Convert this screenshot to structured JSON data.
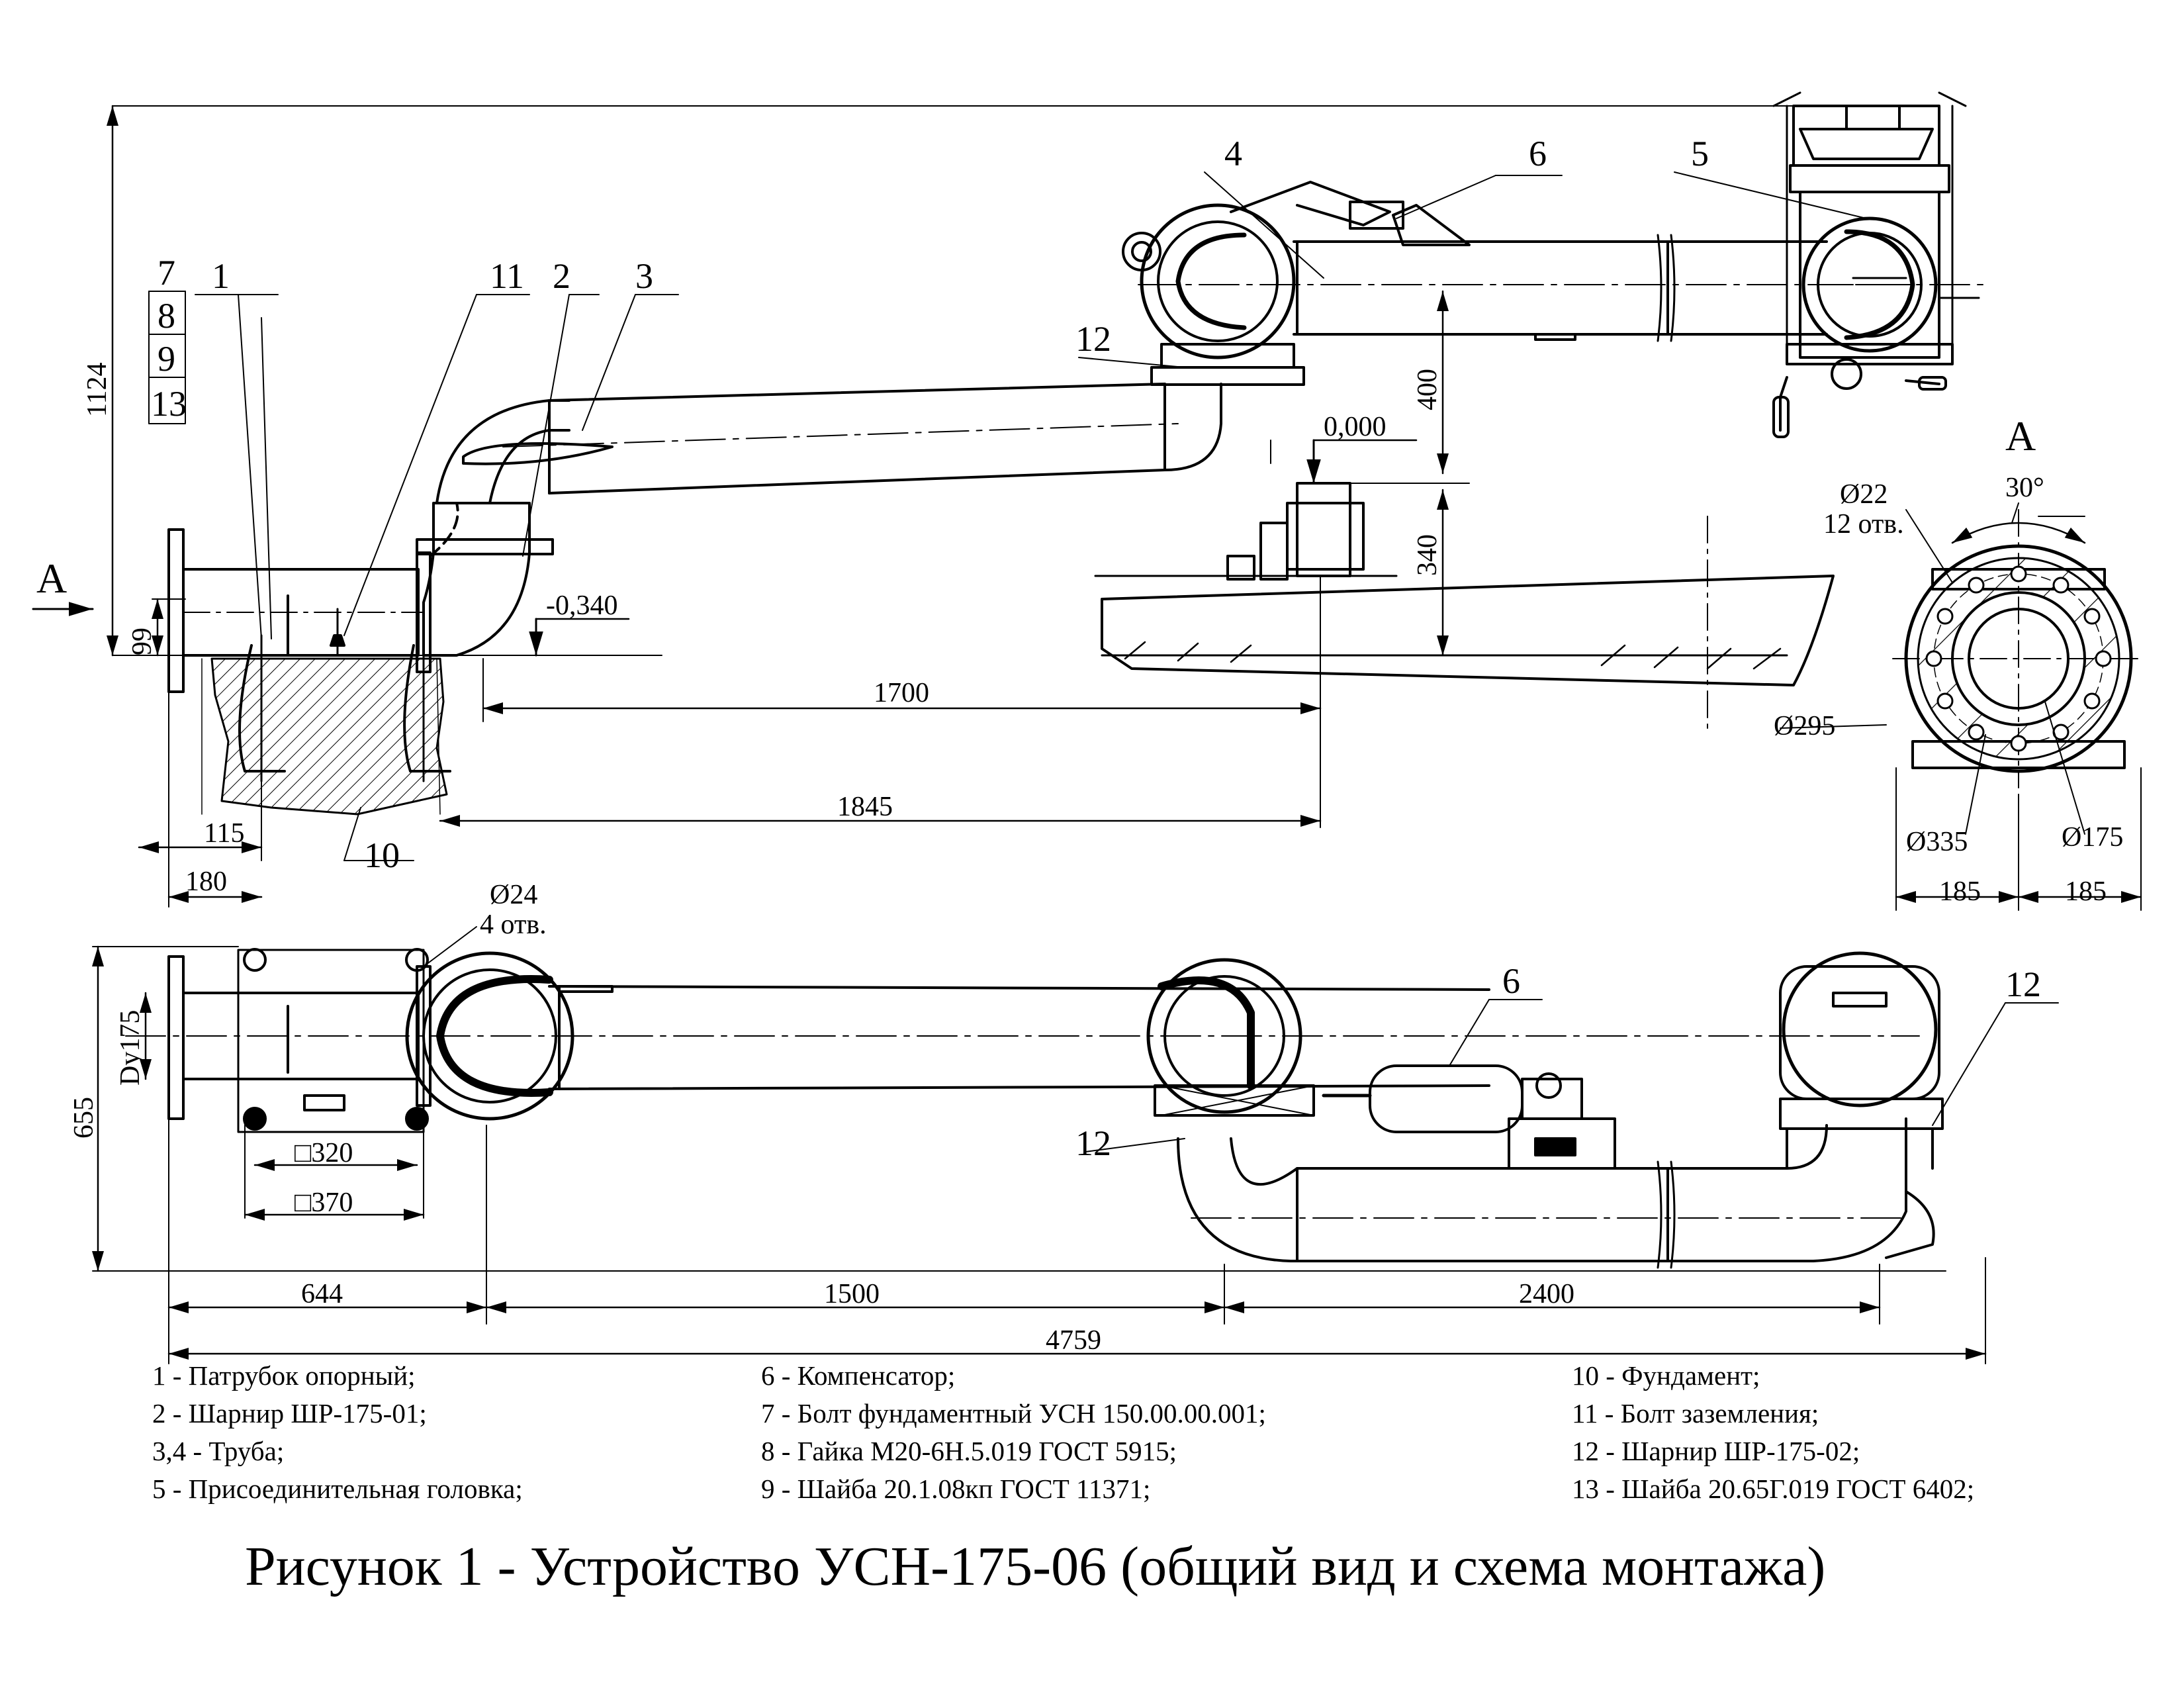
{
  "view_labels": {
    "section_marker": "A",
    "section_title": "A"
  },
  "part_numbers": {
    "p1": "1",
    "p2": "2",
    "p3": "3",
    "p4": "4",
    "p5": "5",
    "p6_top": "6",
    "p6_bottom": "6",
    "p7": "7",
    "p8": "8",
    "p9": "9",
    "p10": "10",
    "p11": "11",
    "p12_top": "12",
    "p12_bottom_left": "12",
    "p12_bottom_right": "12",
    "p13": "13"
  },
  "dimensions_side": {
    "overall_height": "1124",
    "flange_offset": "99",
    "elevation_zero": "0,000",
    "elevation_minus": "-0,340",
    "gap_400": "400",
    "gap_340": "340",
    "span_1700": "1700",
    "span_1845": "1845",
    "off_115": "115",
    "off_180": "180"
  },
  "dimensions_section": {
    "bolt_hole": "Ø22",
    "bolt_hole_count": "12 отв.",
    "angle": "30°",
    "outer_dia": "Ø295",
    "bolt_circle": "Ø335",
    "bore": "Ø175",
    "half_width_left": "185",
    "half_width_right": "185"
  },
  "dimensions_plan": {
    "anchor_hole": "Ø24",
    "anchor_hole_count": "4 отв.",
    "nominal_bore": "Dy175",
    "overall_width": "655",
    "square_inner": "□320",
    "square_outer": "□370",
    "span_644": "644",
    "span_1500": "1500",
    "span_2400": "2400",
    "overall_length": "4759"
  },
  "legend": {
    "col1": [
      "1 - Патрубок опорный;",
      "2 - Шарнир ШР-175-01;",
      "3,4 - Труба;",
      "5 - Присоединительная головка;"
    ],
    "col2": [
      "6 - Компенсатор;",
      "7 - Болт фундаментный УСН 150.00.00.001;",
      "8 - Гайка М20-6Н.5.019 ГОСТ 5915;",
      "9 - Шайба 20.1.08кп ГОСТ 11371;"
    ],
    "col3": [
      "10 - Фундамент;",
      "11 - Болт заземления;",
      "12 - Шарнир ШР-175-02;",
      "13 - Шайба 20.65Г.019 ГОСТ 6402;"
    ]
  },
  "caption": "Рисунок 1 -  Устройство УСН-175-06 (общий вид и схема монтажа)"
}
